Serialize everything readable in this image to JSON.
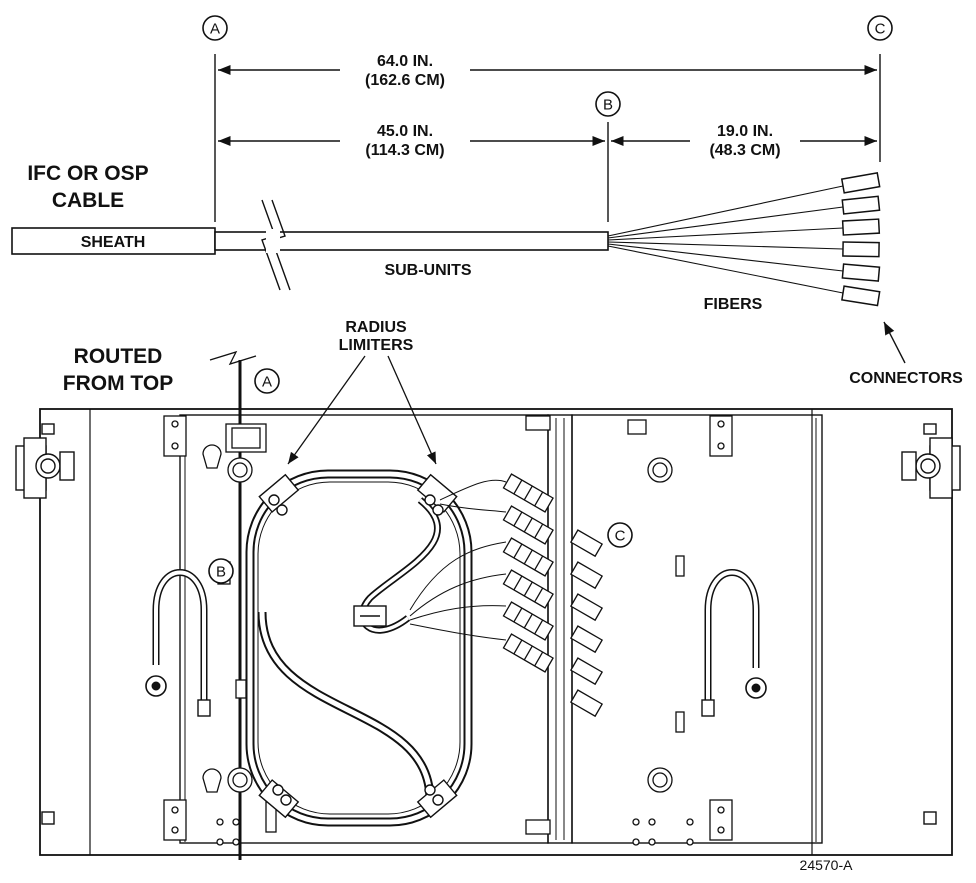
{
  "callouts": {
    "a": "A",
    "b": "B",
    "c": "C"
  },
  "dimensions": {
    "overall": {
      "in": "64.0 IN.",
      "cm": "(162.6 CM)"
    },
    "to_b": {
      "in": "45.0 IN.",
      "cm": "(114.3 CM)"
    },
    "b_to_c": {
      "in": "19.0 IN.",
      "cm": "(48.3 CM)"
    }
  },
  "labels": {
    "cable_line1": "IFC OR OSP",
    "cable_line2": "CABLE",
    "sheath": "SHEATH",
    "sub_units": "SUB-UNITS",
    "fibers": "FIBERS",
    "connectors": "CONNECTORS",
    "radius_line1": "RADIUS",
    "radius_line2": "LIMITERS",
    "routed_line1": "ROUTED",
    "routed_line2": "FROM TOP",
    "figure_id": "24570-A"
  },
  "colors": {
    "line": "#111111",
    "panel_fill": "#ffffff",
    "background": "#ffffff"
  }
}
